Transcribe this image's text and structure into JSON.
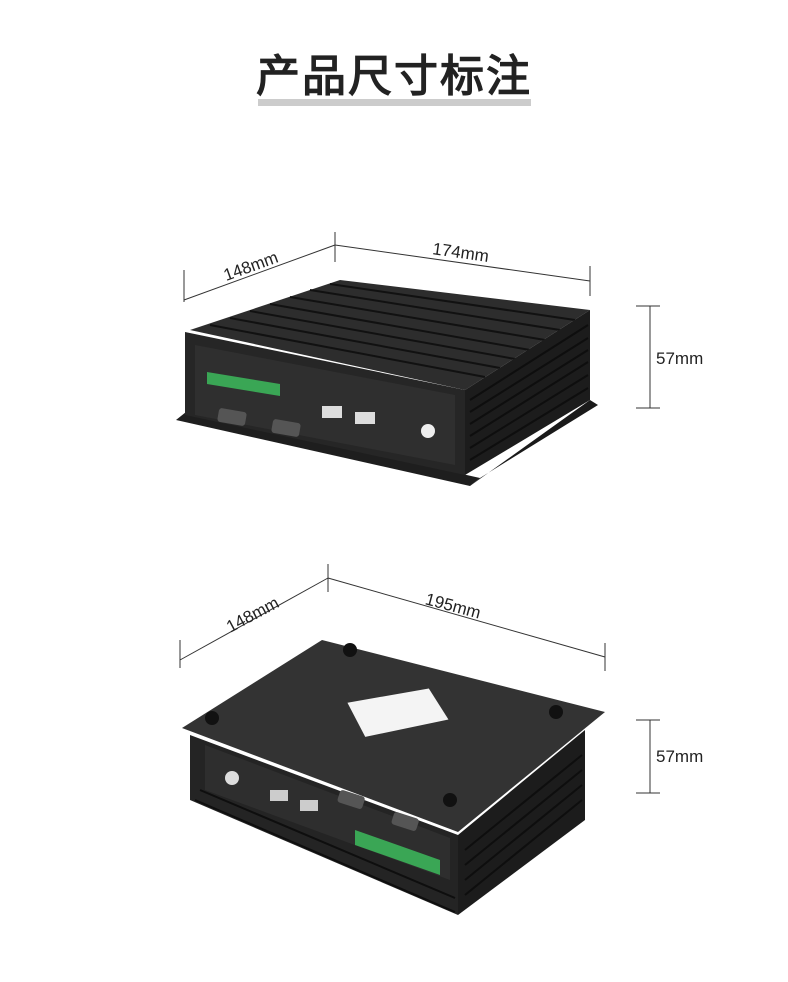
{
  "title": "产品尺寸标注",
  "colors": {
    "underline": "#cccccc",
    "device": "#2a2a2a",
    "terminal": "#3aa655",
    "dimension_line": "#333333"
  },
  "views": [
    {
      "name": "front",
      "depth": "148mm",
      "width": "174mm",
      "height": "57mm"
    },
    {
      "name": "rear",
      "depth": "148mm",
      "width": "195mm",
      "height": "57mm"
    }
  ]
}
